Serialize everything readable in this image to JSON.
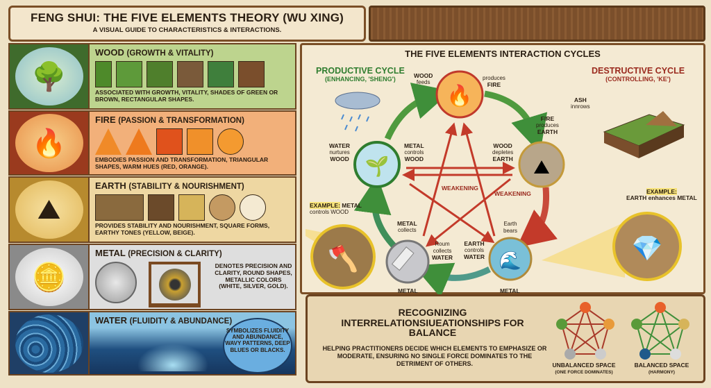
{
  "header": {
    "title": "FENG SHUI: THE FIVE ELEMENTS THEORY (WU XING)",
    "subtitle": "A VISUAL GUIDE TO CHARACTERISTICS & INTERACTIONS."
  },
  "elements": [
    {
      "name": "WOOD",
      "theme": "(GROWTH & VITALITY)",
      "description": "ASSOCIATED WITH GROWTH, VITALITY, SHADES OF GREEN OR BROWN, RECTANGULAR SHAPES.",
      "bg": "#b9d08a",
      "swatches": [
        "#5e9a3a",
        "#4f7f2c",
        "#7a5a3a",
        "#3f7f3c",
        "#7a4e2c"
      ]
    },
    {
      "name": "FIRE",
      "theme": "(PASSION & TRANSFORMATION)",
      "description": "EMBODIES PASSION AND TRANSFORMATION, TRIANGULAR SHAPES, WARM HUES (RED, ORANGE).",
      "bg": "#f2b27e",
      "swatches": [
        "#f08a28",
        "#ee7a1e",
        "#e0521c",
        "#f0902a",
        "#f49a30"
      ]
    },
    {
      "name": "EARTH",
      "theme": "(STABILITY & NOURISHMENT)",
      "description": "PROVIDES STABILITY AND NOURISHMENT, SQUARE FORMS, EARTHY TONES (YELLOW, BEIGE).",
      "bg": "#ecd5a0",
      "swatches": [
        "#8a6a3e",
        "#6b4a2a",
        "#d6b45a",
        "#c49a62",
        "#f4ead2"
      ]
    },
    {
      "name": "METAL",
      "theme": "(PRECISION & CLARITY)",
      "description": "DENOTES PRECISION AND CLARITY, ROUND SHAPES, METALLIC COLORS (WHITE, SILVER, GOLD).",
      "bg": "#dcdcdc",
      "swatches": []
    },
    {
      "name": "WATER",
      "theme": "(FLUIDITY & ABUNDANCE)",
      "description": "SYMBOLIZES FLUIDITY AND ABUNDANCE, WAVY PATTERNS, DEEP BLUES OR BLACKS.",
      "bg": "#7fb3d6",
      "swatches": []
    }
  ],
  "cycles": {
    "title": "THE FIVE ELEMENTS INTERACTION CYCLES",
    "productive": {
      "title": "PRODUCTIVE CYCLE",
      "subtitle": "(ENHANCING, 'SHENG')",
      "color": "#2f7d2f"
    },
    "destructive": {
      "title": "DESTRUCTIVE CYCLE",
      "subtitle": "(CONTROLLING, 'KE')",
      "color": "#9a2a1e"
    },
    "labels": {
      "wood_feeds": [
        "WOOD",
        "feeds"
      ],
      "produces_fire": [
        "produces",
        "FIRE"
      ],
      "water_nurtures": [
        "WATER",
        "nurtures",
        "WOOD"
      ],
      "metal_controls": [
        "METAL",
        "controls",
        "WOOD"
      ],
      "wood_depletes": [
        "WOOD",
        "depletes",
        "EARTH"
      ],
      "fire_produces": [
        "FIRE",
        "produces",
        "EARTH"
      ],
      "ash": [
        "ASH",
        "innrows"
      ],
      "weakening_1": "WEAKENING",
      "weakening_2": "WEAKENING",
      "metal_collects": [
        "METAL",
        "collects"
      ],
      "roum_collects": [
        "Roum",
        "collects",
        "WATER"
      ],
      "earth_controls": [
        "EARTH",
        "controls",
        "WATER"
      ],
      "earth_bears": [
        "Earth",
        "bears"
      ],
      "metal_1": "METAL",
      "metal_2": "METAL"
    },
    "example_left": {
      "highlight": "EXAMPLE:",
      "text1": " METAL",
      "text2": "controls WOOD"
    },
    "example_right": {
      "highlight": "EXAMPLE:",
      "text": "EARTH enhances METAL"
    }
  },
  "balance": {
    "title": "RECOGNIZING INTERRELATIONSIUEATIONSHIPS FOR BALANCE",
    "text": "HELPING PRACTITIONERS DECIDE WHICH ELEMENTS TO EMPHASIZE OR MODERATE, ENSURING NO SINGLE FORCE DOMINATES TO THE DETRIMENT OF OTHERS.",
    "unbalanced": {
      "label": "UNBALANCED SPACE",
      "sub": "(ONE FORCE DOMINATES)"
    },
    "balanced": {
      "label": "BALANCED SPACE",
      "sub": "(HARMONY)"
    }
  }
}
